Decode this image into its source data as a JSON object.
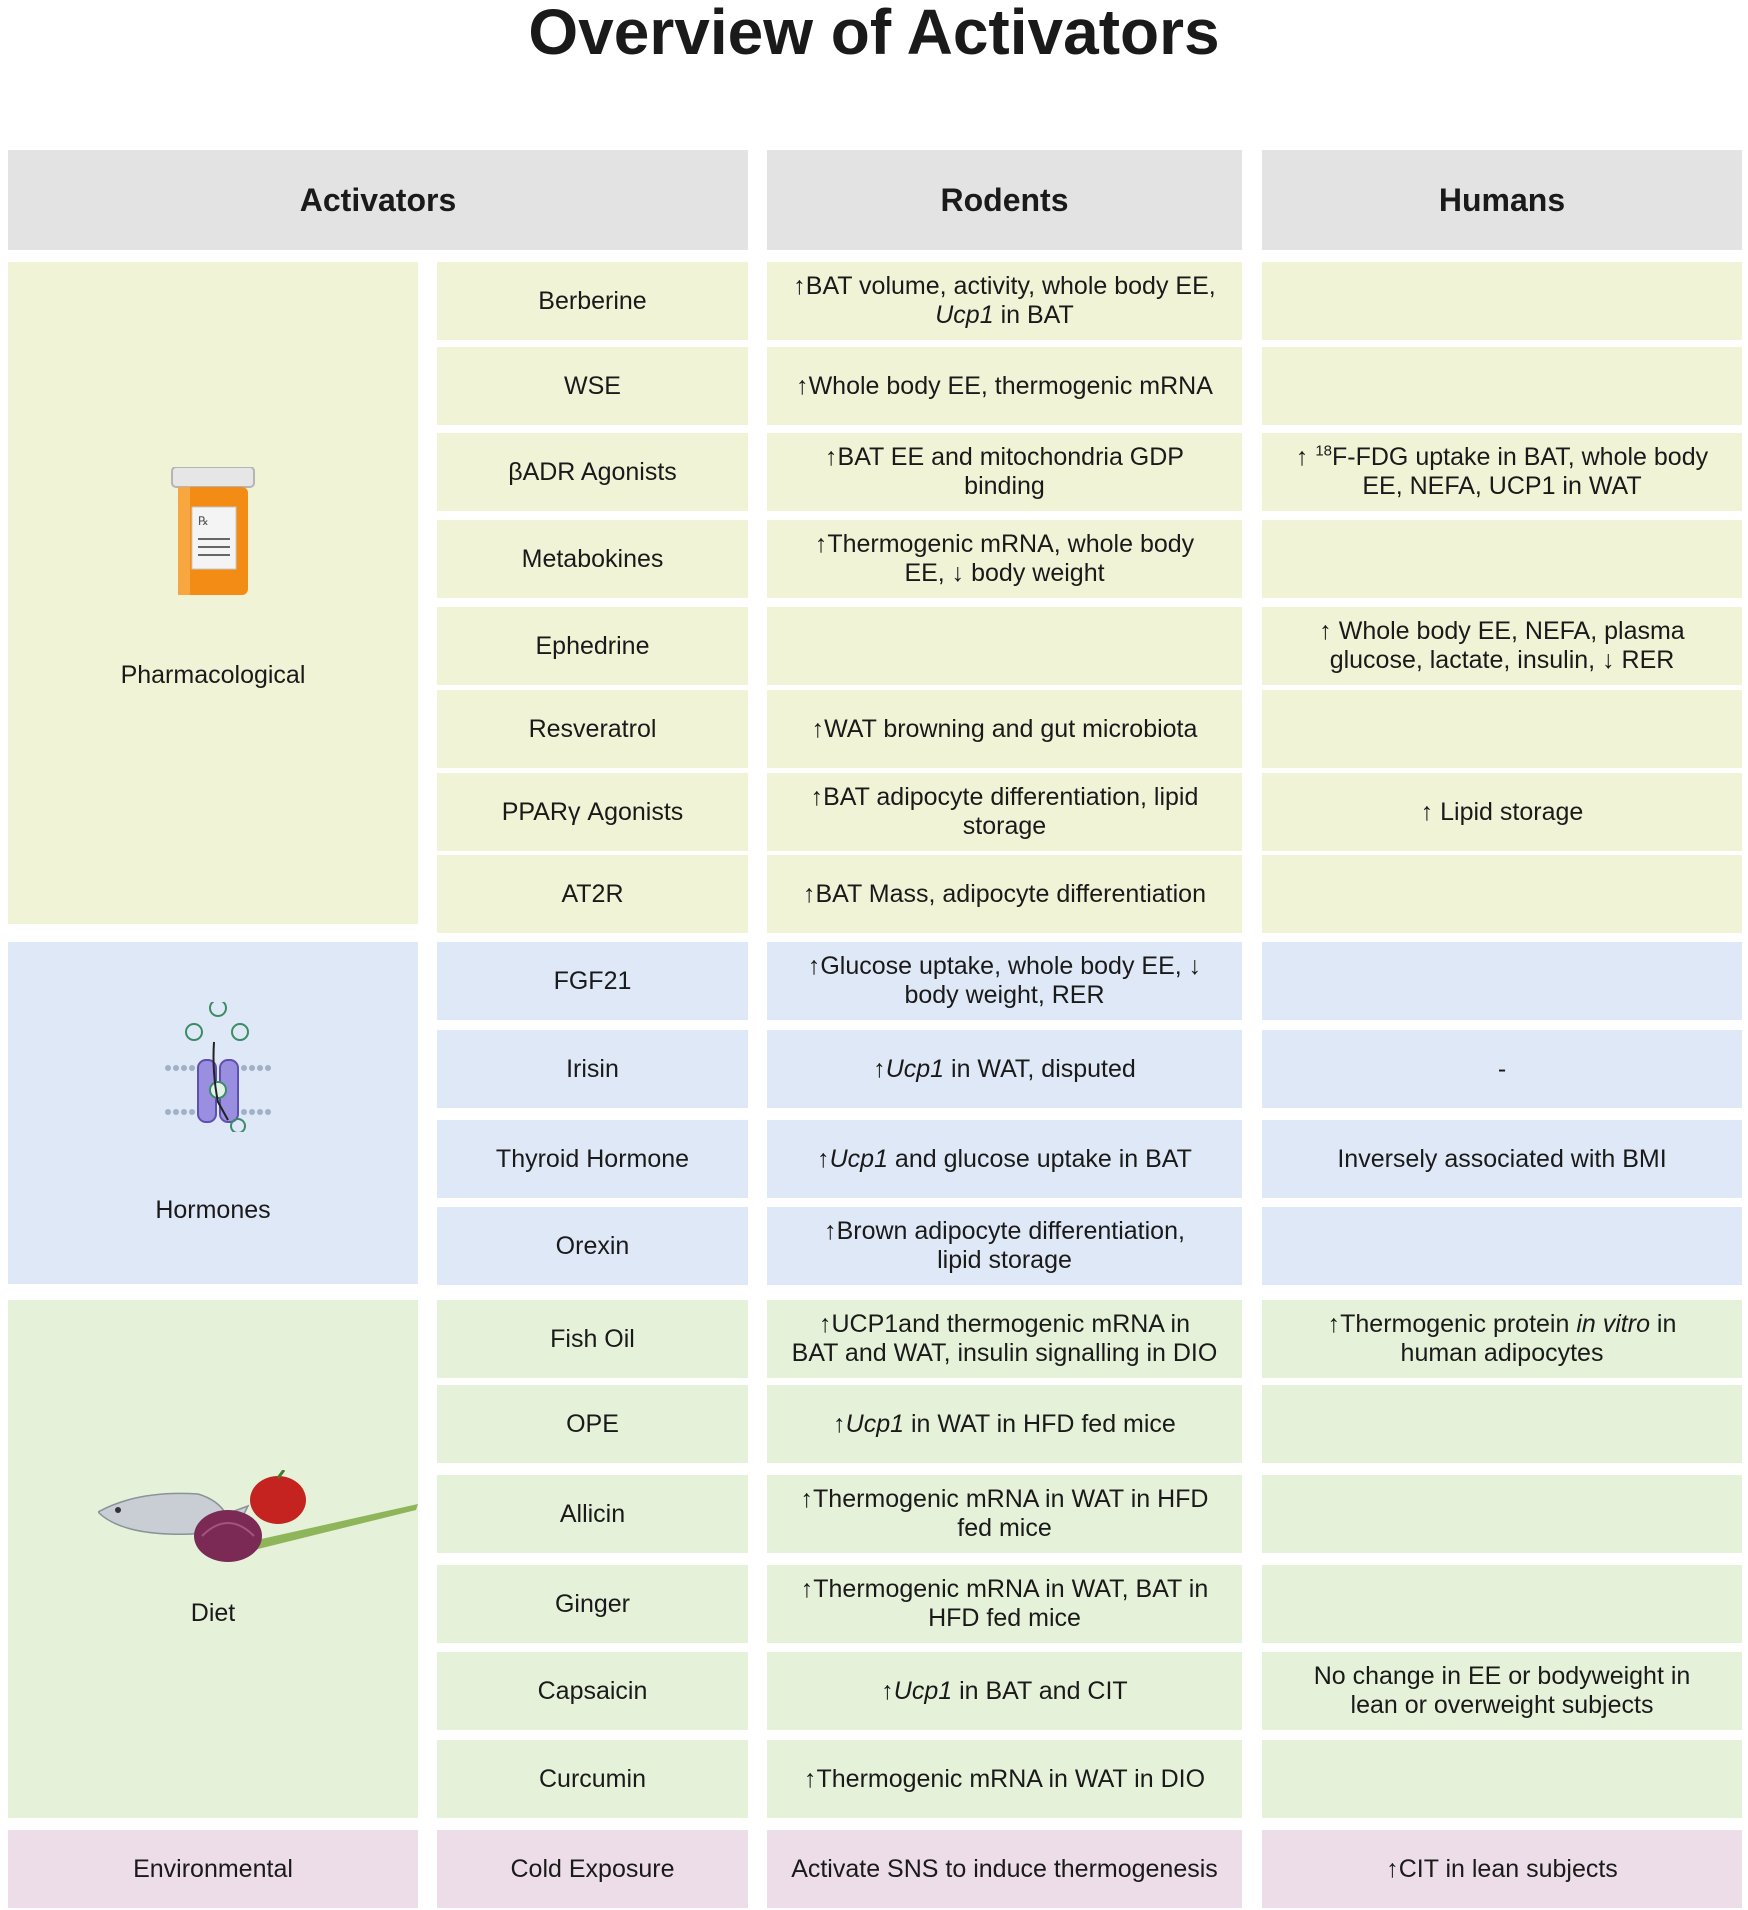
{
  "title": "Overview of Activators",
  "headers": {
    "activators": "Activators",
    "rodents": "Rodents",
    "humans": "Humans"
  },
  "categories": {
    "pharmacological": {
      "label": "Pharmacological",
      "icon": "pill-bottle-icon",
      "color": "#f1f3d6"
    },
    "hormones": {
      "label": "Hormones",
      "icon": "hormone-receptor-icon",
      "color": "#dfe8f6"
    },
    "diet": {
      "label": "Diet",
      "icon": "food-icon",
      "color": "#e6f1d9"
    },
    "environmental": {
      "label": "Environmental",
      "color": "#ecdde8"
    }
  },
  "rows": [
    {
      "category": "pharmacological",
      "activator": "Berberine",
      "rodents": [
        "↑BAT volume, activity, whole body EE,",
        "Ucp1 in BAT"
      ],
      "humans": []
    },
    {
      "category": "pharmacological",
      "activator": "WSE",
      "rodents": [
        "↑Whole body EE, thermogenic mRNA"
      ],
      "humans": []
    },
    {
      "category": "pharmacological",
      "activator": "βADR Agonists",
      "rodents": [
        "↑BAT EE and mitochondria GDP",
        "binding"
      ],
      "humans": [
        "↑ 18F-FDG uptake in BAT, whole body",
        "EE, NEFA, UCP1  in WAT"
      ]
    },
    {
      "category": "pharmacological",
      "activator": "Metabokines",
      "rodents": [
        "↑Thermogenic  mRNA, whole body",
        "EE, ↓ body weight"
      ],
      "humans": []
    },
    {
      "category": "pharmacological",
      "activator": "Ephedrine",
      "rodents": [],
      "humans": [
        "↑ Whole body EE, NEFA, plasma",
        "glucose, lactate, insulin, ↓ RER"
      ]
    },
    {
      "category": "pharmacological",
      "activator": "Resveratrol",
      "rodents": [
        "↑WAT browning and gut microbiota"
      ],
      "humans": []
    },
    {
      "category": "pharmacological",
      "activator": "PPARγ Agonists",
      "rodents": [
        "↑BAT adipocyte differentiation, lipid",
        "storage"
      ],
      "humans": [
        "↑ Lipid storage"
      ]
    },
    {
      "category": "pharmacological",
      "activator": "AT2R",
      "rodents": [
        "↑BAT Mass, adipocyte differentiation"
      ],
      "humans": []
    },
    {
      "category": "hormones",
      "activator": "FGF21",
      "rodents": [
        "↑Glucose uptake, whole body EE, ↓",
        "body weight, RER"
      ],
      "humans": []
    },
    {
      "category": "hormones",
      "activator": "Irisin",
      "rodents": [
        "↑Ucp1 in WAT, disputed"
      ],
      "humans": [
        "-"
      ]
    },
    {
      "category": "hormones",
      "activator": "Thyroid Hormone",
      "rodents": [
        "↑Ucp1 and glucose uptake in BAT"
      ],
      "humans": [
        "Inversely associated with BMI"
      ]
    },
    {
      "category": "hormones",
      "activator": "Orexin",
      "rodents": [
        "↑Brown adipocyte differentiation,",
        "lipid storage"
      ],
      "humans": []
    },
    {
      "category": "diet",
      "activator": "Fish Oil",
      "rodents": [
        "↑UCP1and thermogenic mRNA in",
        "BAT and WAT, insulin signalling in DIO"
      ],
      "humans": [
        "↑Thermogenic protein in vitro in",
        "human adipocytes"
      ]
    },
    {
      "category": "diet",
      "activator": "OPE",
      "rodents": [
        "↑Ucp1 in WAT in HFD fed mice"
      ],
      "humans": []
    },
    {
      "category": "diet",
      "activator": "Allicin",
      "rodents": [
        "↑Thermogenic mRNA in WAT in HFD",
        "fed mice"
      ],
      "humans": []
    },
    {
      "category": "diet",
      "activator": "Ginger",
      "rodents": [
        "↑Thermogenic mRNA in WAT, BAT in",
        "HFD fed mice"
      ],
      "humans": []
    },
    {
      "category": "diet",
      "activator": "Capsaicin",
      "rodents": [
        "↑Ucp1 in BAT and CIT"
      ],
      "humans": [
        "No change in EE or bodyweight in",
        "lean or overweight subjects"
      ]
    },
    {
      "category": "diet",
      "activator": "Curcumin",
      "rodents": [
        "↑Thermogenic mRNA in WAT in DIO"
      ],
      "humans": []
    },
    {
      "category": "environmental",
      "activator": "Cold Exposure",
      "rodents": [
        "Activate SNS to induce thermogenesis"
      ],
      "humans": [
        "↑CIT in lean subjects"
      ]
    }
  ]
}
